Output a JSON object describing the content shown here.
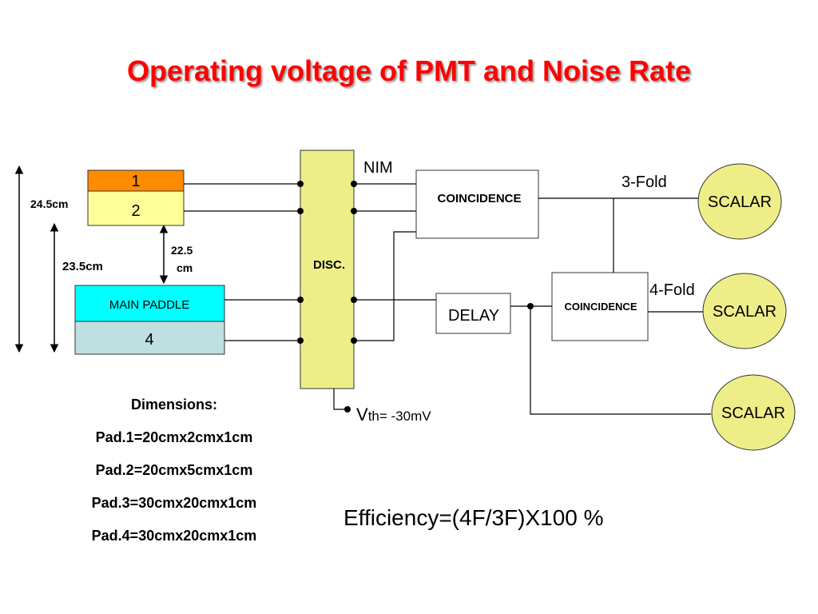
{
  "slide": {
    "title": "Operating voltage of PMT and Noise Rate"
  },
  "colors": {
    "title": "#ff0000",
    "paddle_1": "#ff8c00",
    "paddle_2": "#ffff99",
    "main_paddle": "#00ffff",
    "paddle_4": "#bfdfe0",
    "disc": "#eeee88",
    "scalar": "#eeee88"
  },
  "diagram": {
    "paddle_1_label": "1",
    "paddle_2_label": "2",
    "main_paddle_label": "MAIN PADDLE",
    "paddle_4_label": "4",
    "height_outer": "24.5cm",
    "height_inner": "23.5cm",
    "gap_line1": "22.5",
    "gap_line2": "cm",
    "disc_label": "DISC.",
    "nim_label": "NIM",
    "coincidence_1_label": "COINCIDENCE",
    "coincidence_2_label": "COINCIDENCE",
    "delay_label": "DELAY",
    "threefold_label": "3-Fold",
    "fourfold_label": "4-Fold",
    "scalar_1_label": "SCALAR",
    "scalar_2_label": "SCALAR",
    "scalar_3_label": "SCALAR",
    "vth_main": "V",
    "vth_sub": "th= -30mV"
  },
  "dimensions": {
    "heading": "Dimensions:",
    "pad1": "Pad.1=20cmx2cmx1cm",
    "pad2": "Pad.2=20cmx5cmx1cm",
    "pad3": "Pad.3=30cmx20cmx1cm",
    "pad4": "Pad.4=30cmx20cmx1cm"
  },
  "efficiency": {
    "formula": "Efficiency=(4F/3F)X100 %"
  }
}
